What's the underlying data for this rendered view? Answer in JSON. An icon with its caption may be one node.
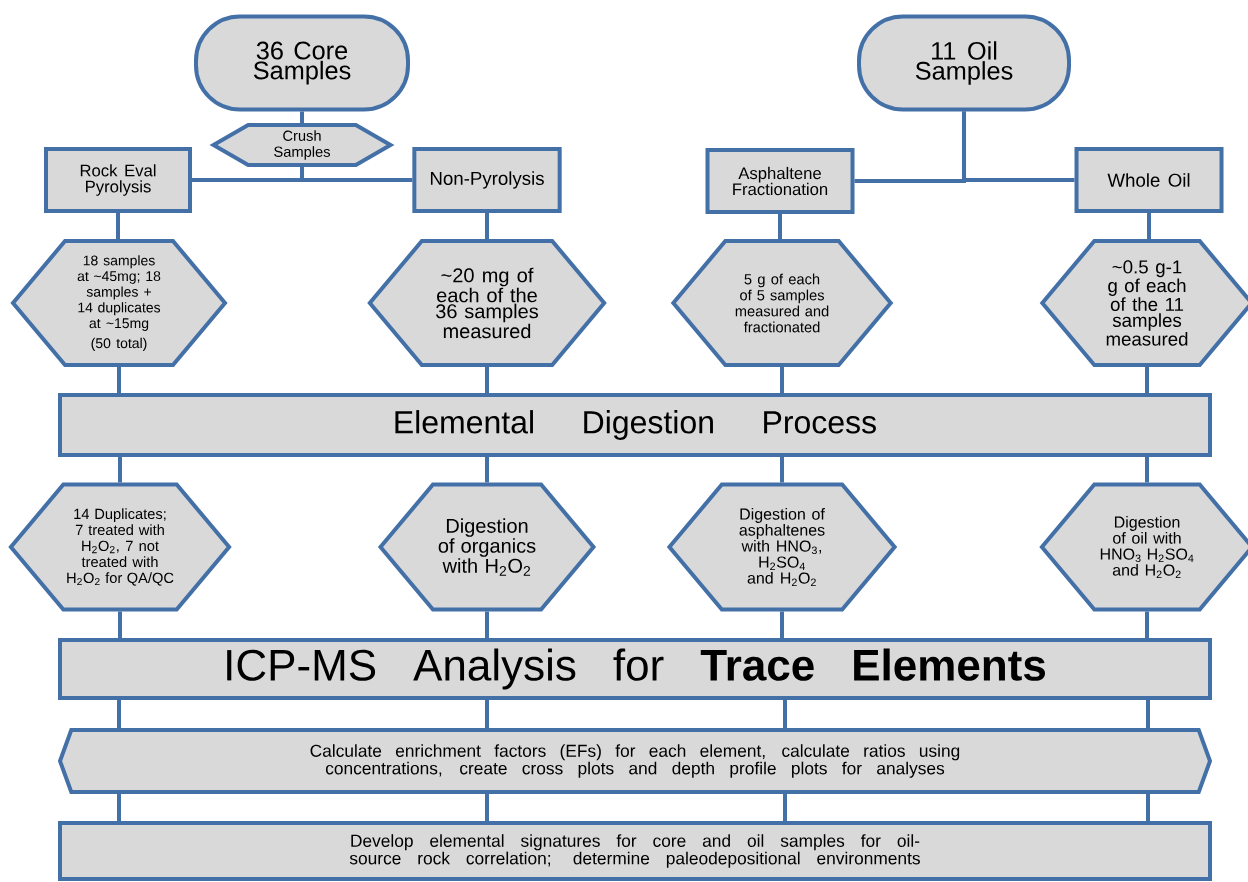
{
  "diagram": {
    "nodes": [
      {
        "text": [
          "36 Core Samples"
        ]
      },
      {
        "text": [
          "Crush Samples"
        ]
      },
      {
        "text": [
          "Rock Eval Pyrolysis"
        ]
      },
      {
        "text": [
          "Non-Pyrolysis"
        ]
      },
      {
        "text": [
          "11 Oil Samples"
        ]
      },
      {
        "text": [
          "Asphaltene Fractionation"
        ]
      },
      {
        "text": [
          "Whole Oil"
        ]
      },
      {
        "text": [
          "18 samples at ~45mg; 18 samples + 14 duplicates at ~15mg",
          "(50 total)"
        ]
      },
      {
        "text": [
          "~20 mg of each of the 36 samples measured"
        ]
      },
      {
        "text": [
          "5 g of each of 5 samples measured and fractionated"
        ]
      },
      {
        "text": [
          "~0.5 g-1 g of each of the 11 samples measured"
        ]
      },
      {
        "text": [
          "Elemental Digestion Process"
        ]
      },
      {
        "text": [
          "14 Duplicates; 7 treated with H$_{2}$O$_{2}$, 7 not treated with H$_{2}$O$_{2}$ for QA/QC"
        ]
      },
      {
        "text": [
          "Digestion of organics with H$_{2}$O$_{2}$"
        ]
      },
      {
        "text": [
          "Digestion of asphaltenes with HNO$_{3}$, H$_{2}$SO$_{4}$ and H$_{2}$O$_{2}$"
        ]
      },
      {
        "text": [
          "Digestion of oil with HNO$_{3}$ H$_{2}$SO$_{4}$ and H$_{2}$O$_{2}$"
        ]
      },
      {
        "text": [
          "ICP-MS Analysis for **Trace Elements**"
        ]
      },
      {
        "text": [
          "Calculate enrichment factors (EFs) for each element, calculate ratios using concentrations, create cross plots and depth profile plots for analyses"
        ]
      },
      {
        "text": [
          "Develop elemental signatures for core and oil samples for oil-source rock correlation; determine paleodepositional environments"
        ]
      }
    ],
    "edges": [
      {
        "from": 0,
        "to": 1,
        "arrow": "none"
      },
      {
        "from": 1,
        "to": 2,
        "arrow": "none"
      },
      {
        "from": 1,
        "to": 3,
        "arrow": "none"
      },
      {
        "from": 4,
        "to": 5,
        "arrow": "none"
      },
      {
        "from": 4,
        "to": 6,
        "arrow": "none"
      },
      {
        "from": 2,
        "to": 7,
        "arrow": "none"
      },
      {
        "from": 3,
        "to": 8,
        "arrow": "none"
      },
      {
        "from": 5,
        "to": 9,
        "arrow": "none"
      },
      {
        "from": 6,
        "to": 10,
        "arrow": "none"
      },
      {
        "from": 7,
        "to": 11,
        "arrow": "none"
      },
      {
        "from": 8,
        "to": 11,
        "arrow": "none"
      },
      {
        "from": 9,
        "to": 11,
        "arrow": "none"
      },
      {
        "from": 10,
        "to": 11,
        "arrow": "none"
      },
      {
        "from": 11,
        "to": 12,
        "arrow": "none"
      },
      {
        "from": 11,
        "to": 13,
        "arrow": "none"
      },
      {
        "from": 11,
        "to": 14,
        "arrow": "none"
      },
      {
        "from": 11,
        "to": 15,
        "arrow": "none"
      },
      {
        "from": 12,
        "to": 16,
        "arrow": "none"
      },
      {
        "from": 13,
        "to": 16,
        "arrow": "none"
      },
      {
        "from": 14,
        "to": 16,
        "arrow": "none"
      },
      {
        "from": 15,
        "to": 16,
        "arrow": "none"
      },
      {
        "from": 16,
        "to": 17,
        "arrow": "none"
      },
      {
        "from": 16,
        "to": 17,
        "arrow": "none"
      },
      {
        "from": 16,
        "to": 17,
        "arrow": "none"
      },
      {
        "from": 16,
        "to": 17,
        "arrow": "none"
      },
      {
        "from": 17,
        "to": 18,
        "arrow": "none"
      },
      {
        "from": 17,
        "to": 18,
        "arrow": "none"
      },
      {
        "from": 17,
        "to": 18,
        "arrow": "none"
      },
      {
        "from": 17,
        "to": 18,
        "arrow": "none"
      }
    ]
  }
}
